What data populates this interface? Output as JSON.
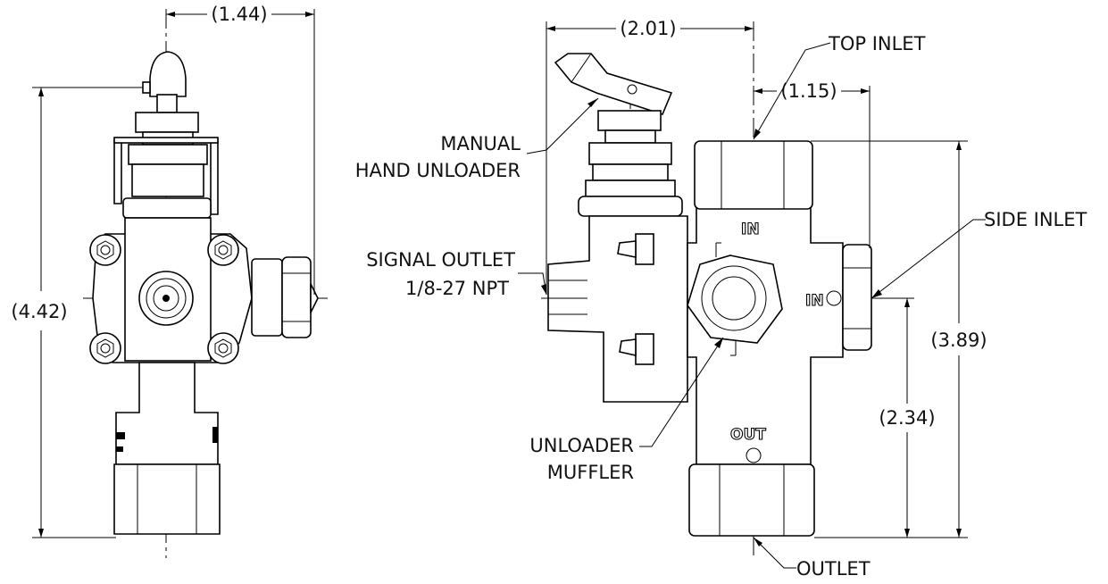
{
  "dimensions": {
    "front_width": "(1.44)",
    "front_height": "(4.42)",
    "side_width": "(2.01)",
    "top_inlet_offset": "(1.15)",
    "side_height": "(3.89)",
    "side_inlet_height": "(2.34)"
  },
  "callouts": {
    "top_inlet": "TOP INLET",
    "side_inlet": "SIDE INLET",
    "manual_line1": "MANUAL",
    "manual_line2": "HAND UNLOADER",
    "signal_line1": "SIGNAL OUTLET",
    "signal_line2": "1/8-27 NPT",
    "muffler_line1": "UNLOADER",
    "muffler_line2": "MUFFLER",
    "outlet": "OUTLET"
  },
  "stamps": {
    "in_top": "IN",
    "in_side": "IN",
    "out": "OUT"
  }
}
